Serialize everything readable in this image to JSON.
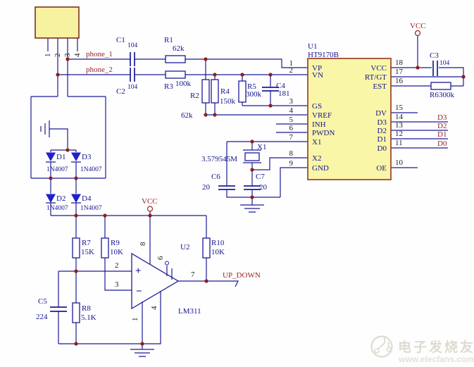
{
  "schematic": {
    "title_block": {
      "u1_ref": "U1",
      "u1_part": "HT9170B",
      "u2_ref": "U2",
      "u2_part": "LM311"
    },
    "nets": {
      "phone_1": "phone_1",
      "phone_2": "phone_2",
      "up_down": "UP_DOWN",
      "vcc": "VCC"
    },
    "connector": {
      "pins": [
        "1",
        "2",
        "3",
        "4"
      ]
    },
    "u1": {
      "ref": "U1",
      "part": "HT9170B",
      "pins_left": [
        {
          "n": "1",
          "name": "VP"
        },
        {
          "n": "2",
          "name": "VN"
        },
        {
          "n": "3",
          "name": "GS"
        },
        {
          "n": "4",
          "name": "VREF"
        },
        {
          "n": "5",
          "name": "INH"
        },
        {
          "n": "6",
          "name": "PWDN"
        },
        {
          "n": "7",
          "name": "X1"
        },
        {
          "n": "8",
          "name": "X2"
        },
        {
          "n": "9",
          "name": "GND"
        }
      ],
      "pins_right": [
        {
          "n": "18",
          "name": "VCC"
        },
        {
          "n": "17",
          "name": "RT/GT"
        },
        {
          "n": "16",
          "name": "EST"
        },
        {
          "n": "15",
          "name": "DV"
        },
        {
          "n": "14",
          "name": "D3"
        },
        {
          "n": "13",
          "name": "D2"
        },
        {
          "n": "12",
          "name": "D1"
        },
        {
          "n": "11",
          "name": "D0"
        },
        {
          "n": "10",
          "name": "OE"
        }
      ],
      "bus_labels": [
        "D3",
        "D2",
        "D1",
        "D0"
      ]
    },
    "u2": {
      "ref": "U2",
      "part": "LM311",
      "pin_plus": "2",
      "pin_minus": "3",
      "pin_out": "7",
      "pin_vplus": "8",
      "pin_vminus": "4",
      "pin_gnd": "1",
      "pin_bal": "6",
      "plus_sign": "+",
      "minus_sign": "−"
    },
    "components": {
      "c1": {
        "ref": "C1",
        "value": "104"
      },
      "c2": {
        "ref": "C2",
        "value": "104"
      },
      "c3": {
        "ref": "C3",
        "value": "104"
      },
      "c4": {
        "ref": "C4",
        "value": "181"
      },
      "c5": {
        "ref": "C5",
        "value": "224"
      },
      "c6": {
        "ref": "C6",
        "value": "20"
      },
      "c7": {
        "ref": "C7",
        "value": "20"
      },
      "r1": {
        "ref": "R1",
        "value": "62k"
      },
      "r2": {
        "ref": "R2",
        "value": "62k"
      },
      "r3": {
        "ref": "R3",
        "value": "100k"
      },
      "r4": {
        "ref": "R4",
        "value": "150k"
      },
      "r5": {
        "ref": "R5",
        "value": "300k"
      },
      "r6": {
        "ref": "R6",
        "value": "300k"
      },
      "r7": {
        "ref": "R7",
        "value": "15K"
      },
      "r8": {
        "ref": "R8",
        "value": "5.1K"
      },
      "r9": {
        "ref": "R9",
        "value": "10K"
      },
      "r10": {
        "ref": "R10",
        "value": "10K"
      },
      "x1": {
        "ref": "X1",
        "value": "3.579545M"
      },
      "d1": {
        "ref": "D1",
        "part": "1N4007"
      },
      "d2": {
        "ref": "D2",
        "part": "1N4007"
      },
      "d3": {
        "ref": "D3",
        "part": "1N4007"
      },
      "d4": {
        "ref": "D4",
        "part": "1N4007"
      }
    },
    "colors": {
      "wire": "#1b1b96",
      "junction_dot": "#8b1f1f",
      "net_label": "#9b2222",
      "component_label": "#14148c",
      "chip_fill": "#f9f6a8",
      "chip_border": "#a04a30",
      "diode_fill": "#2020cc"
    },
    "watermark": {
      "brand": "电子发烧友",
      "url": "www.elecfans.com"
    }
  }
}
